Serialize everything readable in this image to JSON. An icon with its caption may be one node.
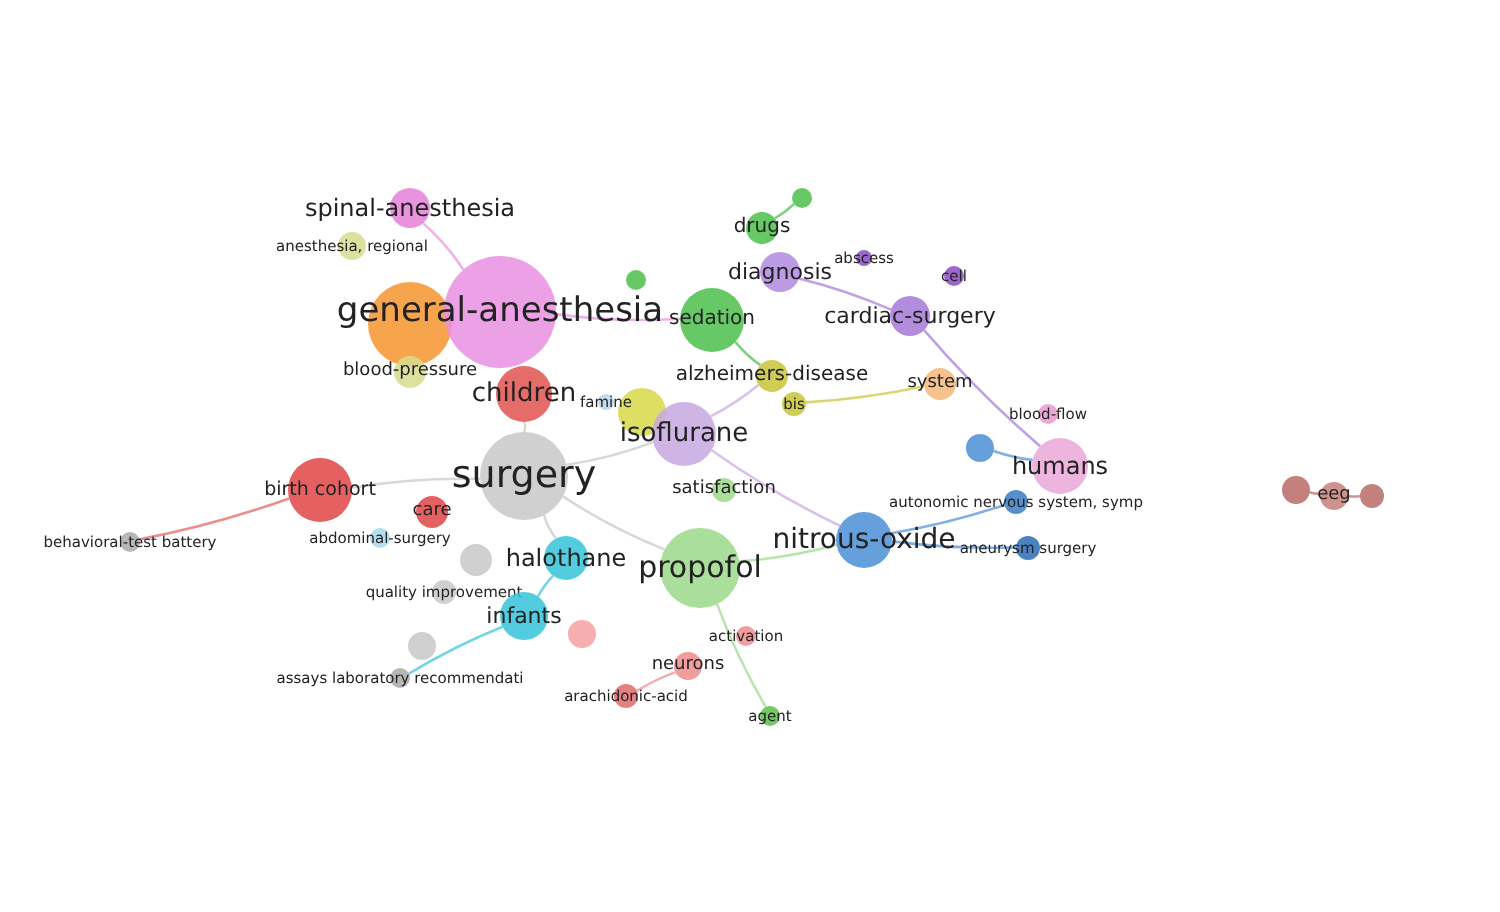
{
  "diagram": {
    "nodes": [
      {
        "text": [
          "spinal-anesthesia"
        ]
      },
      {
        "text": [
          "anesthesia, regional"
        ]
      },
      {
        "text": [
          "general-anesthesia"
        ]
      },
      {
        "text": [
          "blood-pressure"
        ]
      },
      {
        "text": [
          "children"
        ]
      },
      {
        "text": [
          "famine"
        ]
      },
      {
        "text": [
          "surgery"
        ]
      },
      {
        "text": [
          "isoflurane"
        ]
      },
      {
        "text": [
          "birth cohort"
        ]
      },
      {
        "text": [
          "care"
        ]
      },
      {
        "text": [
          "behavioral-test battery"
        ]
      },
      {
        "text": [
          "abdominal-surgery"
        ]
      },
      {
        "text": [
          "halothane"
        ]
      },
      {
        "text": [
          "quality improvement"
        ]
      },
      {
        "text": [
          "infants"
        ]
      },
      {
        "text": [
          "assays laboratory recommendati"
        ]
      },
      {
        "text": [
          "satisfaction"
        ]
      },
      {
        "text": [
          "propofol"
        ]
      },
      {
        "text": [
          "activation"
        ]
      },
      {
        "text": [
          "neurons"
        ]
      },
      {
        "text": [
          "arachidonic-acid"
        ]
      },
      {
        "text": [
          "agent"
        ]
      },
      {
        "text": [
          "nitrous-oxide"
        ]
      },
      {
        "text": [
          "humans"
        ]
      },
      {
        "text": [
          "autonomic nervous system, symp"
        ]
      },
      {
        "text": [
          "aneurysm surgery"
        ]
      },
      {
        "text": [
          "eeg"
        ]
      },
      {
        "text": [
          "blood-flow"
        ]
      },
      {
        "text": [
          "system"
        ]
      },
      {
        "text": [
          "cardiac-surgery"
        ]
      },
      {
        "text": [
          "cell"
        ]
      },
      {
        "text": [
          "abscess"
        ]
      },
      {
        "text": [
          "diagnosis"
        ]
      },
      {
        "text": [
          "drugs"
        ]
      },
      {
        "text": [
          "sedation"
        ]
      },
      {
        "text": [
          "alzheimers-disease"
        ]
      },
      {
        "text": [
          "bis"
        ]
      },
      {
        "text": [],
        "shape": "circle"
      },
      {
        "text": [],
        "shape": "circle"
      },
      {
        "text": [],
        "shape": "circle"
      },
      {
        "text": [],
        "shape": "circle"
      },
      {
        "text": [],
        "shape": "circle"
      },
      {
        "text": [],
        "shape": "circle"
      },
      {
        "text": [],
        "shape": "circle"
      },
      {
        "text": [],
        "shape": "circle"
      },
      {
        "text": [],
        "shape": "circle"
      },
      {
        "text": [],
        "shape": "circle"
      }
    ],
    "edges": [
      {
        "from": 6,
        "to": 4,
        "arrow": "none",
        "color": "#c8c8c8"
      },
      {
        "from": 6,
        "to": 7,
        "arrow": "none",
        "color": "#c8c8c8"
      },
      {
        "from": 6,
        "to": 8,
        "arrow": "none",
        "color": "#c8c8c8"
      },
      {
        "from": 6,
        "to": 12,
        "arrow": "none",
        "color": "#c8c8c8"
      },
      {
        "from": 6,
        "to": 17,
        "arrow": "none",
        "color": "#c8c8c8"
      },
      {
        "from": 10,
        "to": 8,
        "arrow": "none",
        "color": "#e06060"
      },
      {
        "from": 2,
        "to": 0,
        "arrow": "none",
        "color": "#e98fe0"
      },
      {
        "from": 2,
        "to": 34,
        "arrow": "none",
        "color": "#e98fe0"
      },
      {
        "from": 7,
        "to": 35,
        "arrow": "none",
        "color": "#c7a8e0"
      },
      {
        "from": 7,
        "to": 22,
        "arrow": "none",
        "color": "#c7a8e0"
      },
      {
        "from": 17,
        "to": 21,
        "arrow": "none",
        "color": "#9bd88a"
      },
      {
        "from": 17,
        "to": 22,
        "arrow": "none",
        "color": "#9bd88a"
      },
      {
        "from": 19,
        "to": 20,
        "arrow": "none",
        "color": "#f08c8c"
      },
      {
        "from": 12,
        "to": 14,
        "arrow": "none",
        "color": "#34c3d8"
      },
      {
        "from": 14,
        "to": 15,
        "arrow": "none",
        "color": "#34c3d8"
      },
      {
        "from": 22,
        "to": 24,
        "arrow": "none",
        "color": "#4a8fd6"
      },
      {
        "from": 22,
        "to": 25,
        "arrow": "none",
        "color": "#4a8fd6"
      },
      {
        "from": 43,
        "to": 23,
        "arrow": "none",
        "color": "#4a8fd6"
      },
      {
        "from": 29,
        "to": 32,
        "arrow": "none",
        "color": "#a678d8"
      },
      {
        "from": 29,
        "to": 23,
        "arrow": "none",
        "color": "#a678d8"
      },
      {
        "from": 33,
        "to": 38,
        "arrow": "none",
        "color": "#4cbf4a"
      },
      {
        "from": 34,
        "to": 35,
        "arrow": "none",
        "color": "#4cbf4a"
      },
      {
        "from": 36,
        "to": 28,
        "arrow": "none",
        "color": "#c8c43a"
      },
      {
        "from": 44,
        "to": 26,
        "arrow": "none",
        "color": "#b86a66"
      },
      {
        "from": 26,
        "to": 45,
        "arrow": "none",
        "color": "#b86a66"
      }
    ]
  }
}
